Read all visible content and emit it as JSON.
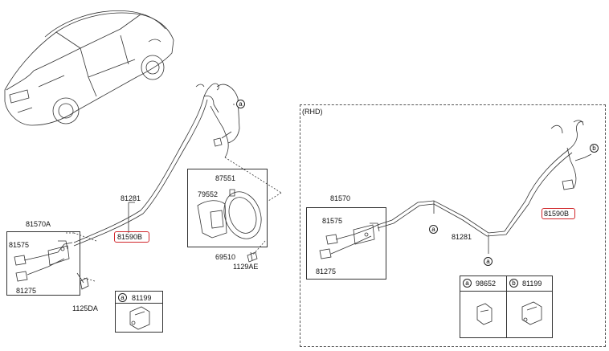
{
  "rhd_label": "(RHD)",
  "left": {
    "part_81281": "81281",
    "part_81590B": "81590B",
    "part_81570A": "81570A",
    "part_81575": "81575",
    "part_81275": "81275",
    "part_1125DA": "1125DA",
    "part_87551": "87551",
    "part_79552": "79552",
    "part_69510": "69510",
    "part_1129AE": "1129AE",
    "ref_a": "a",
    "legend": {
      "a_letter": "a",
      "a_part": "81199"
    }
  },
  "right": {
    "part_81570": "81570",
    "part_81575": "81575",
    "part_81275": "81275",
    "part_81281": "81281",
    "part_81590B": "81590B",
    "ref_a1": "a",
    "ref_a2": "a",
    "ref_b": "b",
    "legend": {
      "a_letter": "a",
      "a_part": "98652",
      "b_letter": "b",
      "b_part": "81199"
    }
  },
  "colors": {
    "highlight": "#d0262b",
    "line": "#333333"
  }
}
